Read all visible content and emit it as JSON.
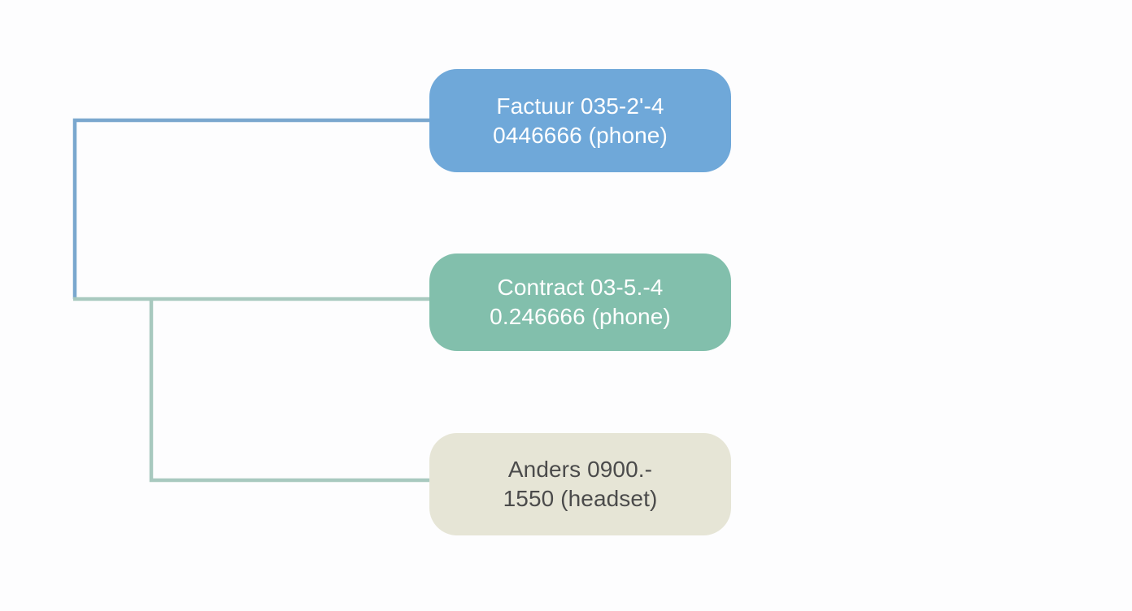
{
  "diagram": {
    "type": "tree-branch-diagram",
    "background_color": "#fdfdfe",
    "orientation": "left-trunk-to-right-nodes",
    "nodes": [
      {
        "id": "factuur",
        "label": "Factuur 035-2'-4\n0446666 (phone)",
        "line1": "Factuur 035-2'-4",
        "line2": "0446666 (phone)",
        "category": "Factuur",
        "number": "035-2'-4 0446666",
        "channel": "phone",
        "fill_color": "#6fa8d9",
        "text_color": "#ffffff"
      },
      {
        "id": "contract",
        "label": "Contract 03-5.-4\n0.246666 (phone)",
        "line1": "Contract 03-5.-4",
        "line2": "0.246666 (phone)",
        "category": "Contract",
        "number": "03-5.-4 0.246666",
        "channel": "phone",
        "fill_color": "#82bfac",
        "text_color": "#ffffff"
      },
      {
        "id": "anders",
        "label": "Anders 0900.-\n1550 (headset)",
        "line1": "Anders 0900.-",
        "line2": "1550 (headset)",
        "category": "Anders",
        "number": "0900.-1550",
        "channel": "headset",
        "fill_color": "#e6e5d6",
        "text_color": "#4b4b4b"
      }
    ],
    "connectors": [
      {
        "id": "connector-factuur",
        "color": "#7aa7ce",
        "from": "trunk",
        "to": "factuur",
        "style": "elbow"
      },
      {
        "id": "connector-contract",
        "color": "#a8c9bf",
        "from": "trunk",
        "to": "contract",
        "style": "straight"
      },
      {
        "id": "connector-anders",
        "color": "#a8c9bf",
        "from": "trunk",
        "to": "anders",
        "style": "elbow"
      }
    ]
  }
}
